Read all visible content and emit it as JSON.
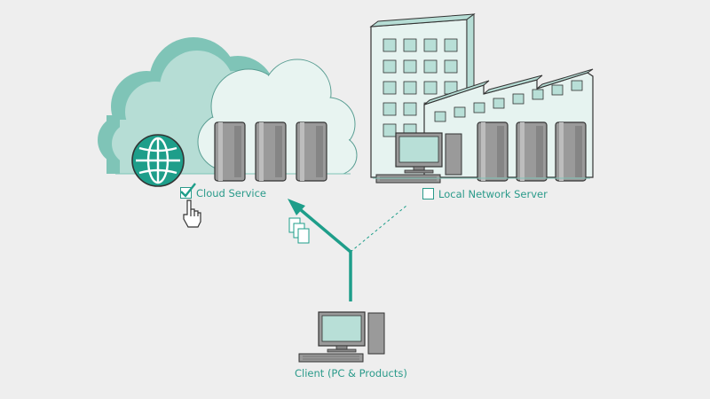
{
  "options": {
    "cloud": {
      "label": "Cloud Service",
      "checked": true
    },
    "local": {
      "label": "Local Network Server",
      "checked": false
    }
  },
  "client": {
    "label": "Client (PC & Products)"
  },
  "colors": {
    "accent": "#1e9e8a",
    "cloud_dark": "#7fc4b7",
    "cloud_mid": "#b6ddd5",
    "cloud_light": "#e8f4f1",
    "server_gray": "#9a9a9a",
    "building": "#e6f3f0",
    "window": "#b8dfd7"
  },
  "icons": [
    "globe-icon",
    "server-icon",
    "building-icon",
    "computer-icon",
    "hand-cursor-icon",
    "documents-icon",
    "checkbox-icon",
    "arrow-icon"
  ]
}
